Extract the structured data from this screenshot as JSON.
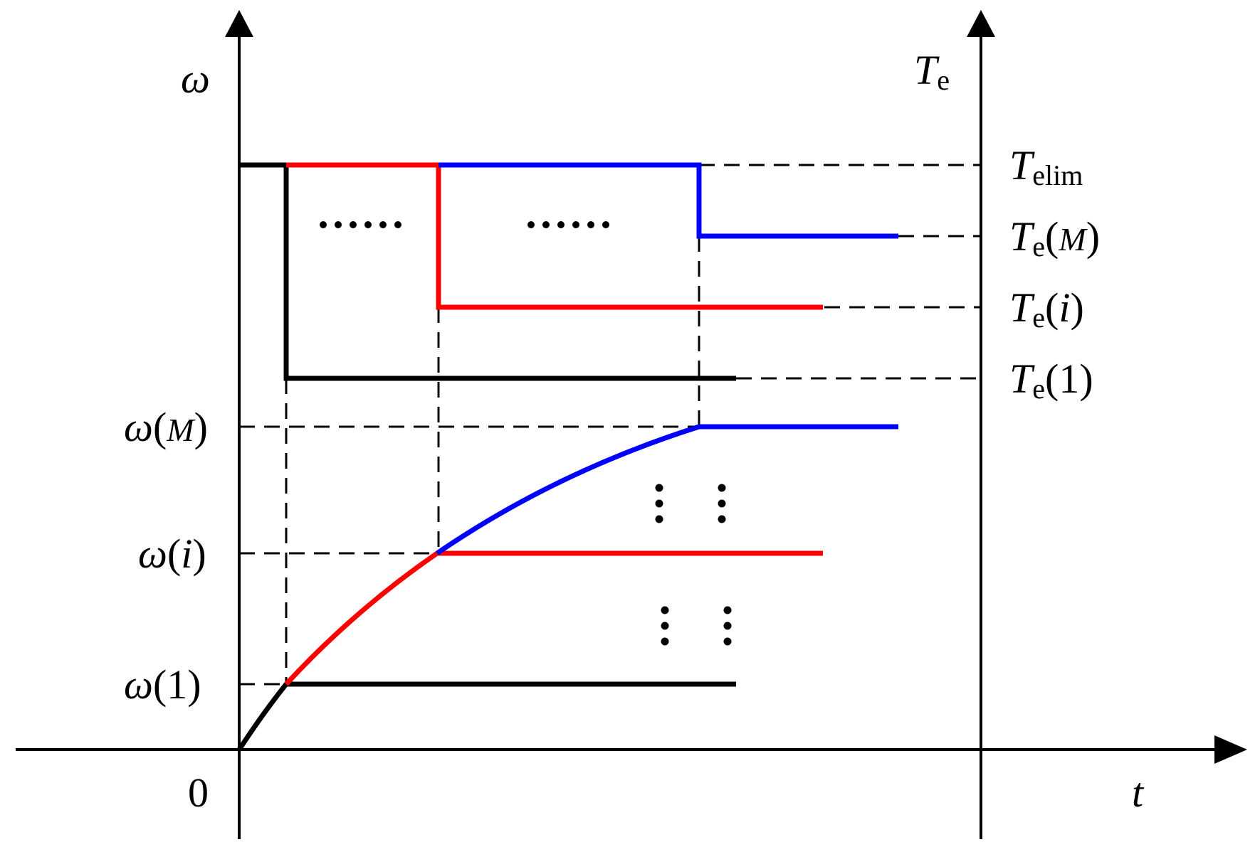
{
  "diagram": {
    "colors": {
      "stage_1": "#000000",
      "stage_i": "#ff0000",
      "stage_M": "#0000ff",
      "axes": "#000000"
    },
    "left_axis": {
      "label": "ω"
    },
    "right_axis": {
      "label_main": "T",
      "label_sub": "e"
    },
    "x_axis": {
      "label": "t",
      "origin_label": "0"
    },
    "omega_levels": [
      {
        "symbol": "ω",
        "arg": "1",
        "arg_italic": false
      },
      {
        "symbol": "ω",
        "arg": "i",
        "arg_italic": true
      },
      {
        "symbol": "ω",
        "arg": "M",
        "arg_italic": true
      }
    ],
    "torque_levels": [
      {
        "main": "T",
        "sub": "elim",
        "arg": ""
      },
      {
        "main": "T",
        "sub": "e",
        "arg": "M",
        "arg_italic": true
      },
      {
        "main": "T",
        "sub": "e",
        "arg": "i",
        "arg_italic": true
      },
      {
        "main": "T",
        "sub": "e",
        "arg": "1",
        "arg_italic": false
      }
    ],
    "ellipsis": {
      "horizontal": "......",
      "vertical": "⋮"
    }
  }
}
